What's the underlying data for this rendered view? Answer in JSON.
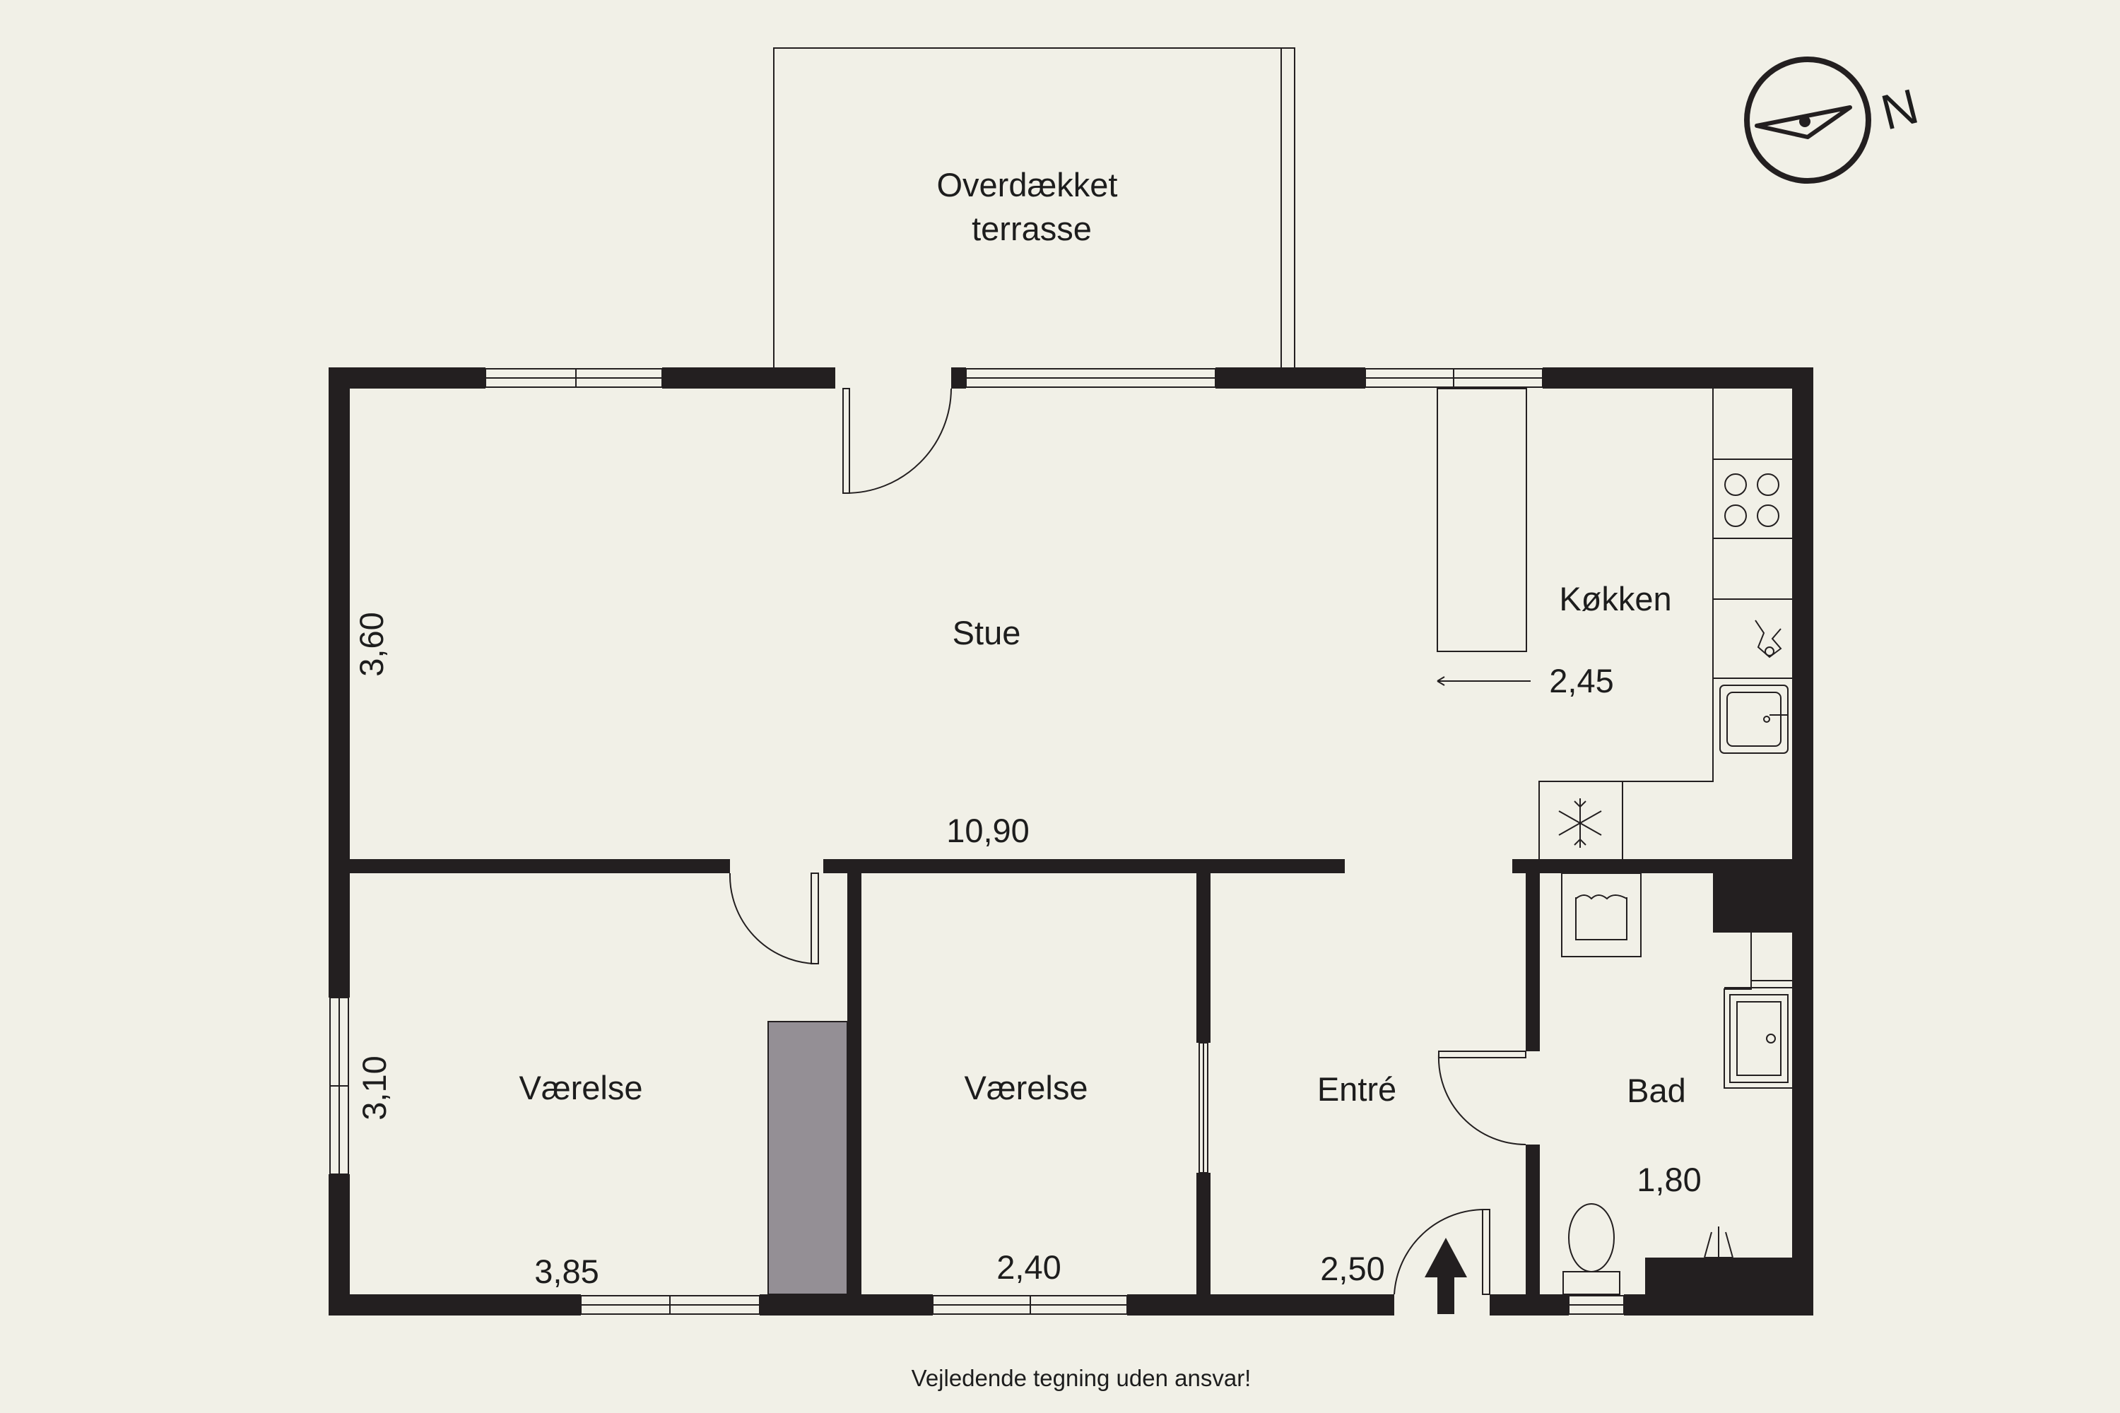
{
  "rooms": {
    "terrace": "Overdækket\nterrasse",
    "living": "Stue",
    "kitchen": "Køkken",
    "bedroom_1": "Værelse",
    "bedroom_2": "Værelse",
    "hallway": "Entré",
    "bath": "Bad"
  },
  "dimensions": {
    "living_width": "10,90",
    "living_depth": "3,60",
    "kitchen_width": "2,45",
    "bedroom_1_depth": "3,10",
    "bedroom_1_width": "3,85",
    "bedroom_2_width": "2,40",
    "hallway_width": "2,50",
    "bath_width": "1,80"
  },
  "compass": {
    "north_label": "N"
  },
  "footer": {
    "disclaimer": "Vejledende tegning uden ansvar!"
  },
  "colors": {
    "background": "#f1f0e7",
    "wall": "#231f20",
    "closet": "#948f95"
  }
}
